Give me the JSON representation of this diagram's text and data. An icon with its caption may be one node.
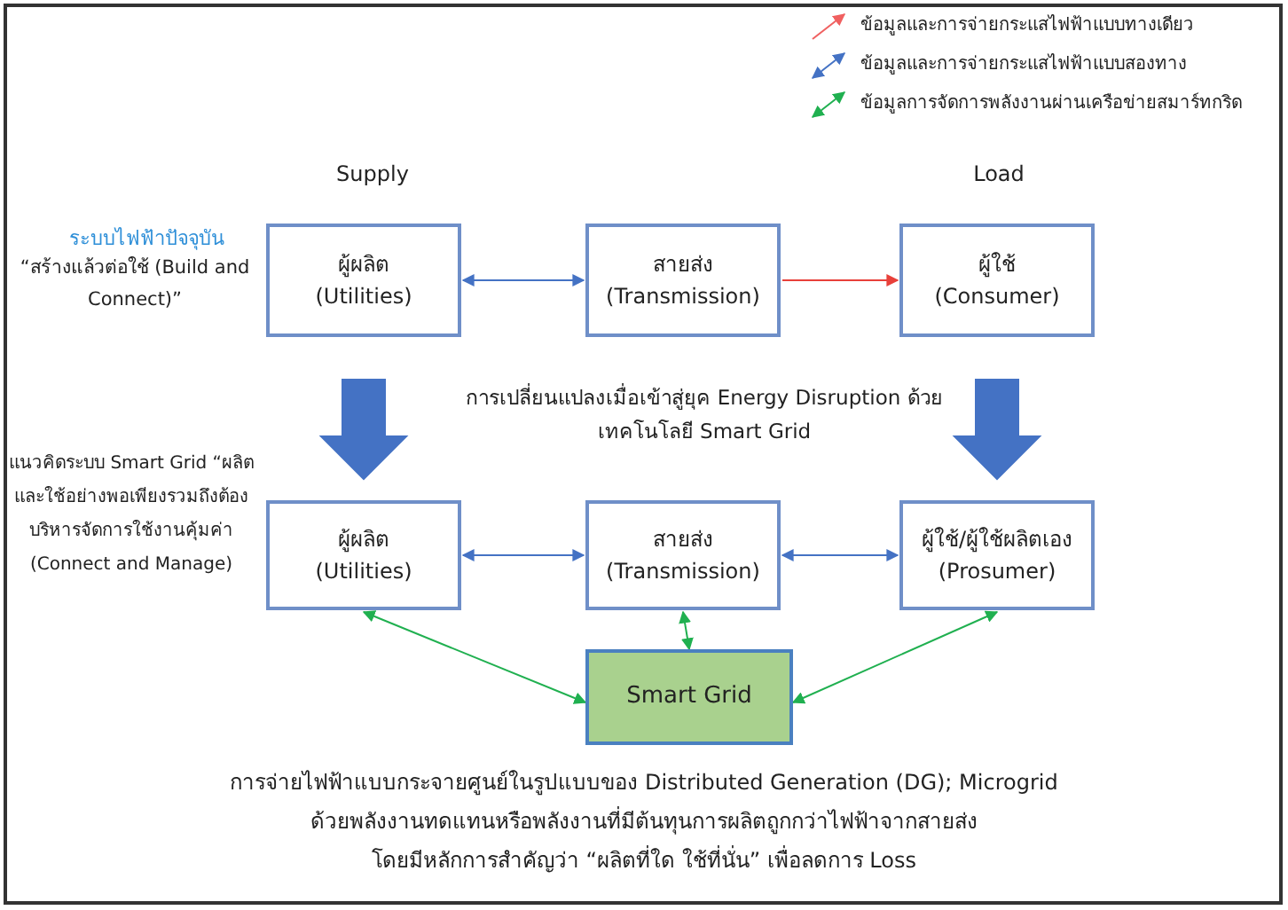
{
  "diagram": {
    "nodes": [
      {
        "text": [
          "ผู้ผลิต",
          "(Utilities)"
        ]
      },
      {
        "text": [
          "สายส่ง",
          "(Transmission)"
        ]
      },
      {
        "text": [
          "ผู้ใช้",
          "(Consumer)"
        ]
      },
      {
        "text": [
          "ผู้ผลิต",
          "(Utilities)"
        ]
      },
      {
        "text": [
          "สายส่ง",
          "(Transmission)"
        ]
      },
      {
        "text": [
          "ผู้ใช้/ผู้ใช้ผลิตเอง",
          "(Prosumer)"
        ]
      },
      {
        "text": [
          "Smart Grid"
        ]
      }
    ],
    "edges": [
      {
        "from": 0,
        "to": 1,
        "arrow": "both",
        "color": "#4472c4"
      },
      {
        "from": 1,
        "to": 2,
        "arrow": "to",
        "color": "#e8403a"
      },
      {
        "from": 0,
        "to": 3,
        "arrow": "to",
        "style": "thick",
        "color": "#4472c4"
      },
      {
        "from": 2,
        "to": 5,
        "arrow": "to",
        "style": "thick",
        "color": "#4472c4"
      },
      {
        "from": 3,
        "to": 4,
        "arrow": "both",
        "color": "#4472c4"
      },
      {
        "from": 4,
        "to": 5,
        "arrow": "both",
        "color": "#4472c4"
      },
      {
        "from": 6,
        "to": 3,
        "arrow": "both",
        "color": "#20b050"
      },
      {
        "from": 6,
        "to": 4,
        "arrow": "both",
        "color": "#20b050"
      },
      {
        "from": 6,
        "to": 5,
        "arrow": "both",
        "color": "#20b050"
      }
    ],
    "labels": [
      "Supply",
      "Load",
      "ระบบไฟฟ้าปัจจุบัน",
      "“สร้างแล้วต่อใช้ (Build and Connect)”",
      "การเปลี่ยนแปลงเมื่อเข้าสู่ยุค Energy Disruption ด้วยเทคโนโลยี Smart Grid",
      "แนวคิดระบบ Smart Grid “ผลิตและใช้อย่างพอเพียงรวมถึงต้องบริหารจัดการใช้งานคุ้มค่า (Connect and Manage)",
      "การจ่ายไฟฟ้าแบบกระจายศูนย์ในรูปแบบของ Distributed Generation (DG); Microgrid",
      "ด้วยพลังงานทดแทนหรือพลังงานที่มีต้นทุนการผลิตถูกกว่าไฟฟ้าจากสายส่ง",
      "โดยมีหลักการสำคัญว่า “ผลิตที่ใด ใช้ที่นั่น” เพื่อลดการ Loss"
    ],
    "legend": [
      {
        "text": "ข้อมูลและการจ่ายกระแสไฟฟ้าแบบทางเดียว"
      },
      {
        "text": "ข้อมูลและการจ่ายกระแสไฟฟ้าแบบสองทาง"
      },
      {
        "text": "ข้อมูลการจัดการพลังงานผ่านเครือข่ายสมาร์ทกริด"
      }
    ]
  }
}
